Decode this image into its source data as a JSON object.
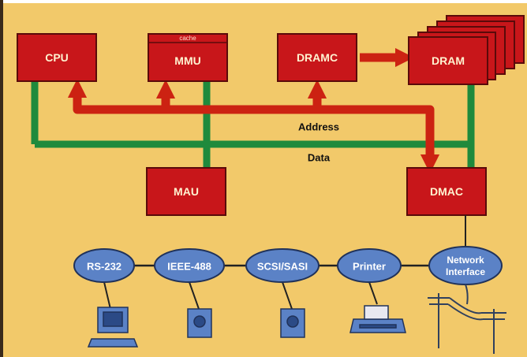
{
  "diagram": {
    "blocks": {
      "cpu": "CPU",
      "mmu": "MMU",
      "mmu_cache": "cache",
      "dramc": "DRAMC",
      "dram": "DRAM",
      "mau": "MAU",
      "dmac": "DMAC"
    },
    "buses": {
      "address": "Address",
      "data": "Data"
    },
    "ports": [
      "RS-232",
      "IEEE-488",
      "SCSI/SASI",
      "Printer"
    ],
    "network_interface": [
      "Network",
      "Interface"
    ],
    "devices": [
      "terminal-icon",
      "disk-drive-icon",
      "disk-drive-icon",
      "printer-icon",
      "telephone-pole-icon"
    ],
    "colors": {
      "background": "#f2c96a",
      "block": "#c8161a",
      "address_bus": "#cc2212",
      "data_bus": "#1f8a3c",
      "port": "#5b82c6"
    }
  }
}
